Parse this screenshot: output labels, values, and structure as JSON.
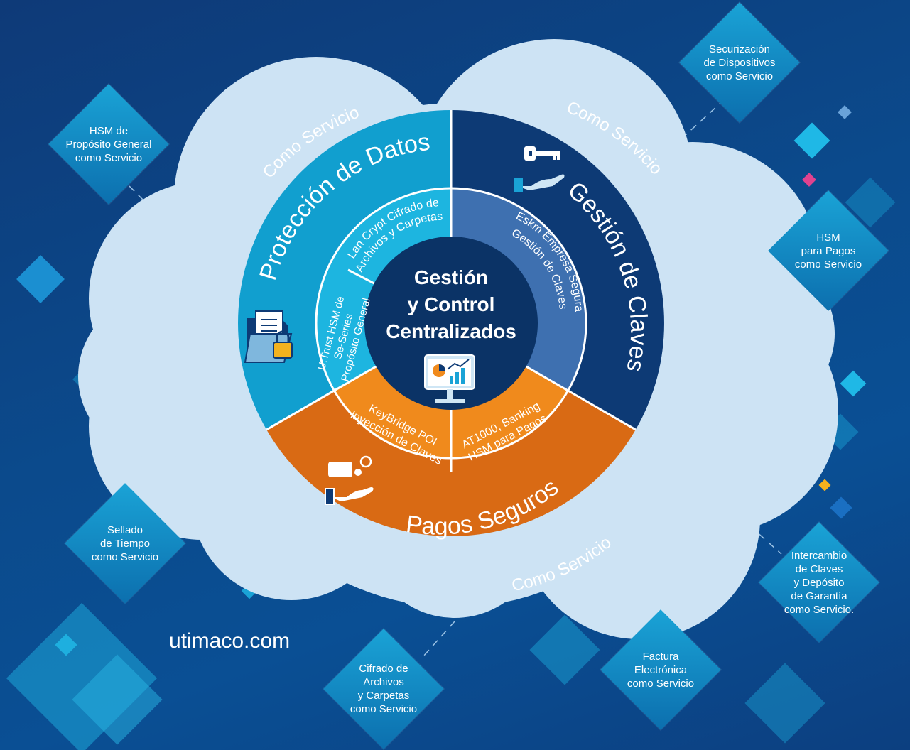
{
  "center": {
    "lines": [
      "Gestión",
      "y Control",
      "Centralizados"
    ]
  },
  "segments": {
    "proteccion": "Protección de Datos",
    "gestion": "Gestión de Claves",
    "pagos": "Pagos Seguros"
  },
  "inner": {
    "lan_crypt": [
      "Lan Crypt Cifrado de",
      "Archivos y Carpetas"
    ],
    "u_trust": [
      "U.Trust HSM de",
      "Se-Series",
      "Propósito General"
    ],
    "eskm": [
      "Eskm Empresa Segura",
      "Gestión de Claves"
    ],
    "keybridge": [
      "KeyBridge POI",
      "Inyección de Claves"
    ],
    "at1000": [
      "AT1000, Banking",
      "HSM para Pagos"
    ]
  },
  "cloud_labels": [
    "Como Servicio",
    "Como Servicio",
    "Como Servicio"
  ],
  "callouts": [
    {
      "id": "hsm-general",
      "lines": [
        "HSM de",
        "Propósito General",
        "como Servicio"
      ]
    },
    {
      "id": "securizacion",
      "lines": [
        "Securización",
        "de Dispositivos",
        "como Servicio"
      ]
    },
    {
      "id": "hsm-pagos",
      "lines": [
        "HSM",
        "para Pagos",
        "como Servicio"
      ]
    },
    {
      "id": "intercambio",
      "lines": [
        "Intercambio",
        "de Claves",
        "y Depósito",
        "de Garantía",
        "como Servicio."
      ]
    },
    {
      "id": "factura",
      "lines": [
        "Factura",
        "Electrónica",
        "como Servicio"
      ]
    },
    {
      "id": "cifrado",
      "lines": [
        "Cifrado de",
        "Archivos",
        "y Carpetas",
        "como Servicio"
      ]
    },
    {
      "id": "sellado",
      "lines": [
        "Sellado",
        "de Tiempo",
        "como Servicio"
      ]
    }
  ],
  "website": "utimaco.com",
  "colors": {
    "proteccion": "#119fcf",
    "gestion": "#0d3a75",
    "pagos": "#d96a14",
    "inner_proteccion": "#1db5e0",
    "inner_gestion": "#3e70b0",
    "inner_pagos": "#f08a1c",
    "center": "#0b3366",
    "cloud": "#cde3f4"
  }
}
